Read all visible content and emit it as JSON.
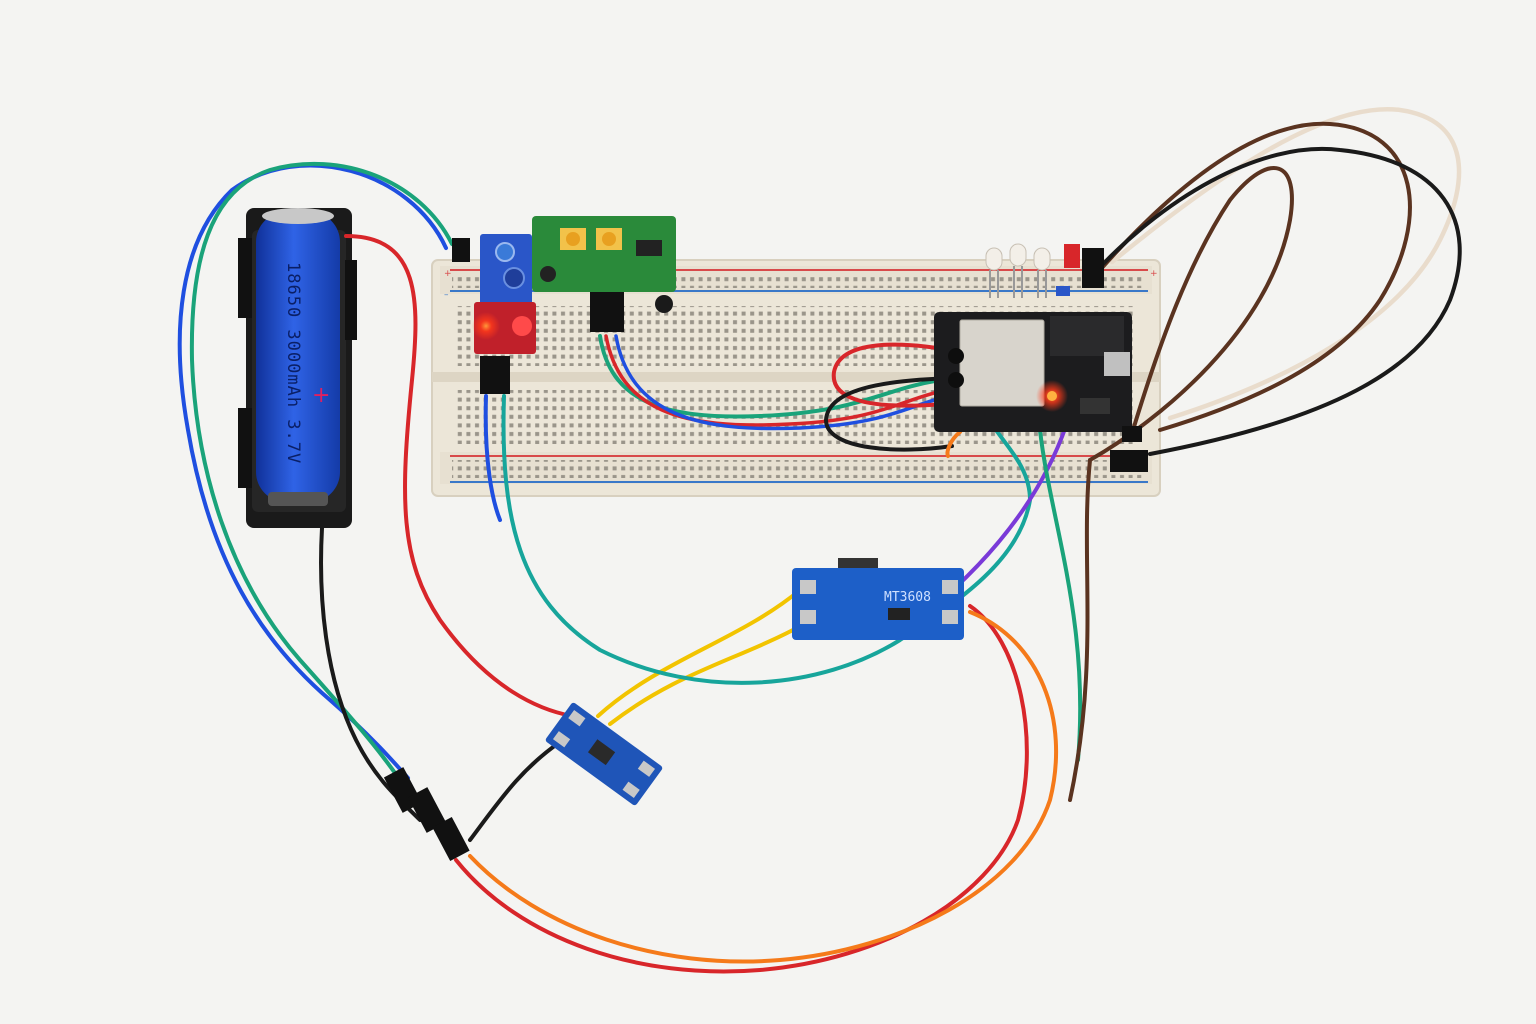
{
  "battery": {
    "label_text": "18650 3000mAh 3.7V",
    "colors": {
      "body": "#1f4fd0",
      "holder": "#1a1a1a"
    }
  },
  "boost_module": {
    "silkscreen": "MT3608"
  },
  "breadboard": {
    "color": "#ede7da",
    "rail_red": "#d84a4a",
    "rail_blue": "#3a78c8"
  },
  "esp32": {
    "color": "#1c1c1e",
    "shield": "#d8d4cc"
  },
  "wire_colors": {
    "red": "#d8262a",
    "black": "#1a1a1a",
    "blue": "#1f4fe0",
    "green": "#1aa37a",
    "yellow": "#f2c400",
    "orange": "#f57a1a",
    "purple": "#7a3ad8",
    "brown": "#5a3320",
    "cream": "#e9dccc",
    "teal": "#17a59b"
  },
  "leds": {
    "count": 3,
    "color": "#f3efe8"
  }
}
